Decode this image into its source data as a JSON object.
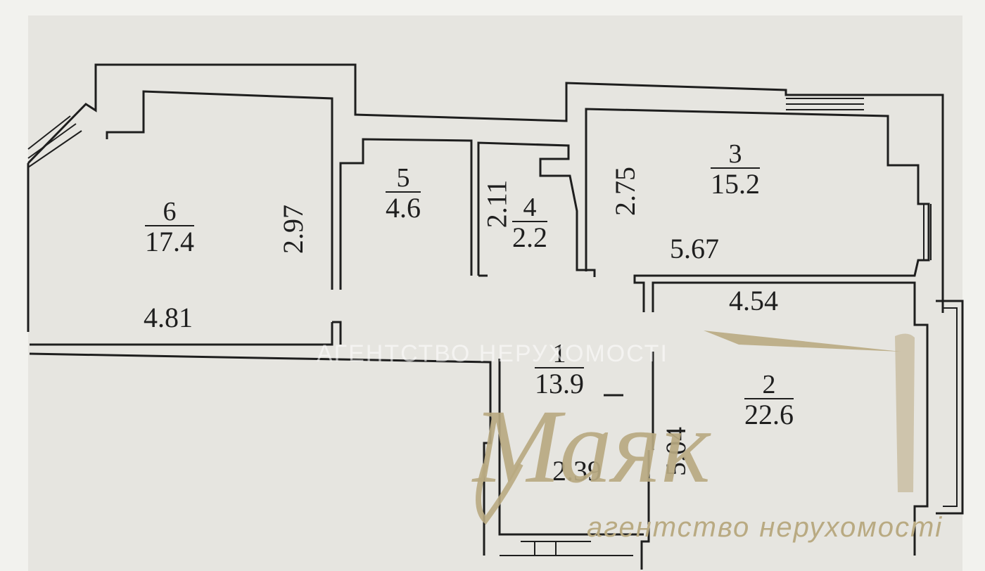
{
  "rooms": [
    {
      "number": "6",
      "area": "17.4"
    },
    {
      "number": "5",
      "area": "4.6"
    },
    {
      "number": "4",
      "area": "2.2"
    },
    {
      "number": "3",
      "area": "15.2"
    },
    {
      "number": "1",
      "area": "13.9"
    },
    {
      "number": "2",
      "area": "22.6"
    }
  ],
  "dimensions": {
    "room6_width": "4.81",
    "room6_depth": "2.97",
    "room4_depth": "2.11",
    "room3_depth": "2.75",
    "room3_width": "5.67",
    "room2_width": "4.54",
    "room2_depth": "5.04",
    "room1_width": "2.39"
  },
  "watermark": {
    "center_text": "АГЕНТСТВО НЕРУХОМОСТІ",
    "logo_name": "Маяк",
    "logo_subtitle": "агентство нерухомості",
    "logo_color": "#b9aa82"
  },
  "colors": {
    "paper": "#e6e5e0",
    "wall": "#1e1e1e"
  }
}
